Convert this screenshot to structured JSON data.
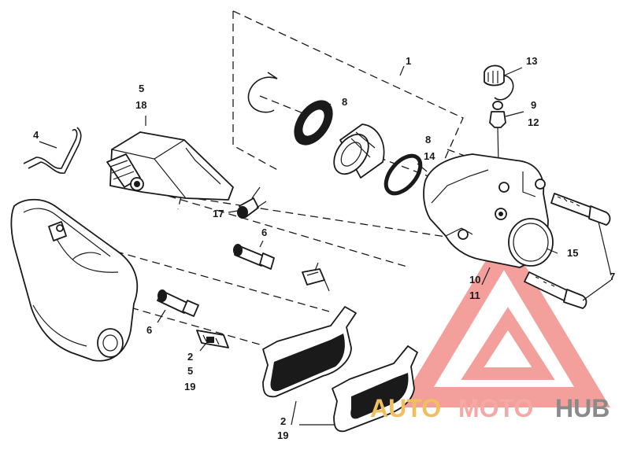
{
  "callouts": {
    "c1": "1",
    "c13": "13",
    "c9_12": [
      "9",
      "12"
    ],
    "c5_18": [
      "5",
      "18"
    ],
    "c8a": "8",
    "c8b_14": [
      "8",
      "14"
    ],
    "c4": "4",
    "c17": "17",
    "c6a": "6",
    "c15": "15",
    "c10_11": [
      "10",
      "11"
    ],
    "c7": "7",
    "c6b": "6",
    "c2_5_19": [
      "2",
      "5",
      "19"
    ],
    "c2_19": [
      "2",
      "19"
    ]
  },
  "watermark": {
    "word1": "AUTO",
    "word2": "MOTO",
    "word3": "HUB",
    "colors": {
      "auto": "#f0c060",
      "moto": "#f4a9a4",
      "hub": "#8a8a8a",
      "triangle": "#f18f8a"
    }
  }
}
